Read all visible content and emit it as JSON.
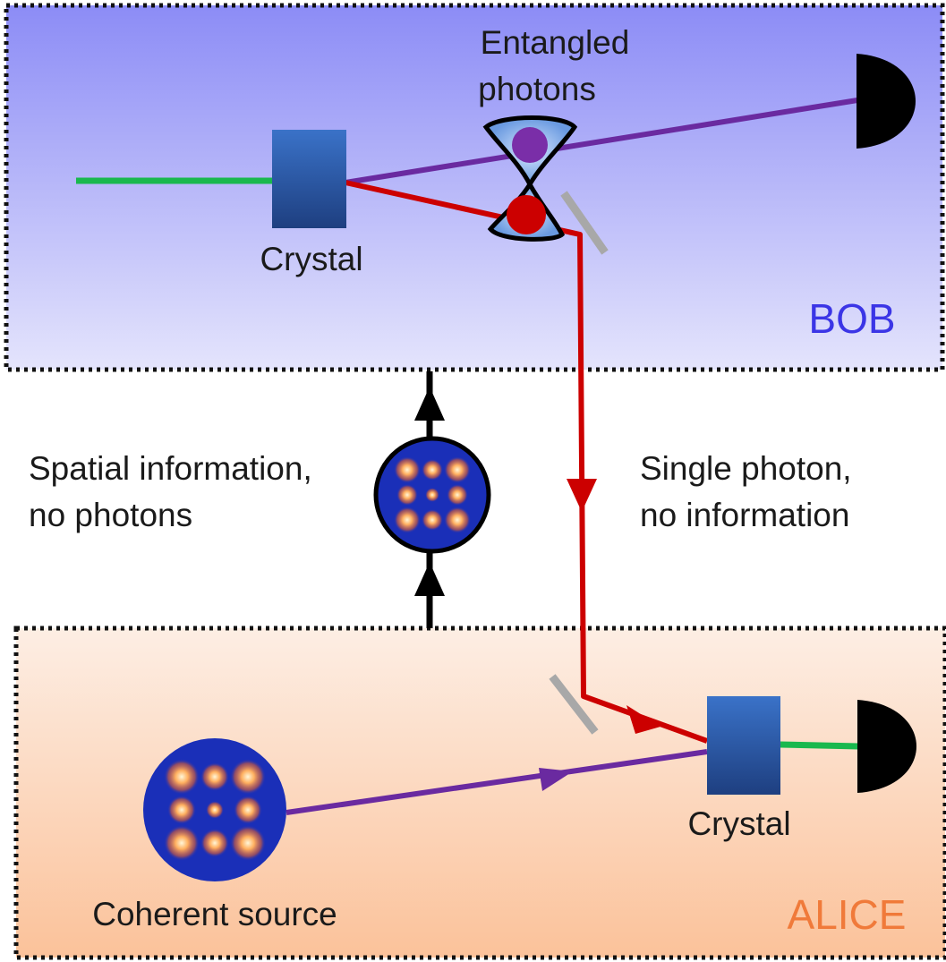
{
  "regions": {
    "bob": {
      "label": "BOB",
      "label_color": "#3b35e6"
    },
    "alice": {
      "label": "ALICE",
      "label_color": "#f07a3a"
    }
  },
  "labels": {
    "crystal_top": "Crystal",
    "crystal_bottom": "Crystal",
    "entangled_line1": "Entangled",
    "entangled_line2": "photons",
    "spatial_line1": "Spatial information,",
    "spatial_line2": "no photons",
    "single_line1": "Single photon,",
    "single_line2": "no information",
    "coherent_source": "Coherent source"
  },
  "colors": {
    "pump_beam": "#19b84e",
    "signal_beam": "#6a2aa0",
    "idler_beam": "#cc0000",
    "crystal": "#2a5aa8",
    "detector": "#000000",
    "mirror": "#a8a8a8"
  }
}
